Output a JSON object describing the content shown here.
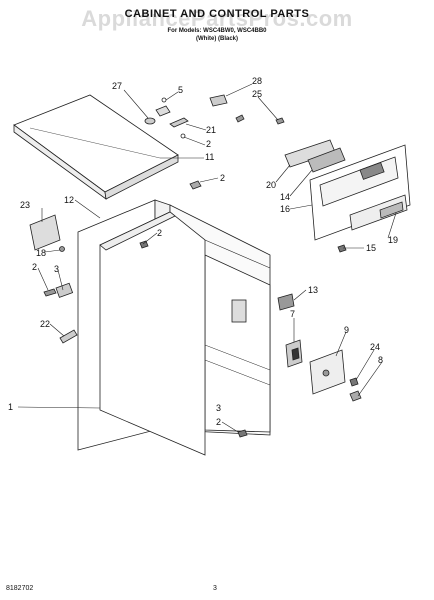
{
  "header": {
    "title": "CABINET AND CONTROL PARTS",
    "subtitle_line1": "For Models: WSC4BW0, WSC4BB0",
    "subtitle_line2": "(White)          (Black)"
  },
  "watermark": "AppliancePartsPros.com",
  "footer": {
    "code": "8182702",
    "page_number": "3"
  },
  "callouts": [
    {
      "id": "27",
      "label": "27"
    },
    {
      "id": "5",
      "label": "5"
    },
    {
      "id": "28",
      "label": "28"
    },
    {
      "id": "25",
      "label": "25"
    },
    {
      "id": "21",
      "label": "21"
    },
    {
      "id": "2a",
      "label": "2"
    },
    {
      "id": "11",
      "label": "11"
    },
    {
      "id": "2b",
      "label": "2"
    },
    {
      "id": "20",
      "label": "20"
    },
    {
      "id": "14",
      "label": "14"
    },
    {
      "id": "16",
      "label": "16"
    },
    {
      "id": "23",
      "label": "23"
    },
    {
      "id": "12",
      "label": "12"
    },
    {
      "id": "2c",
      "label": "2"
    },
    {
      "id": "18",
      "label": "18"
    },
    {
      "id": "15",
      "label": "15"
    },
    {
      "id": "19",
      "label": "19"
    },
    {
      "id": "2d",
      "label": "2"
    },
    {
      "id": "3a",
      "label": "3"
    },
    {
      "id": "13",
      "label": "13"
    },
    {
      "id": "7",
      "label": "7"
    },
    {
      "id": "22",
      "label": "22"
    },
    {
      "id": "9",
      "label": "9"
    },
    {
      "id": "24",
      "label": "24"
    },
    {
      "id": "8",
      "label": "8"
    },
    {
      "id": "1",
      "label": "1"
    },
    {
      "id": "2e",
      "label": "2"
    },
    {
      "id": "3b",
      "label": "3"
    }
  ]
}
